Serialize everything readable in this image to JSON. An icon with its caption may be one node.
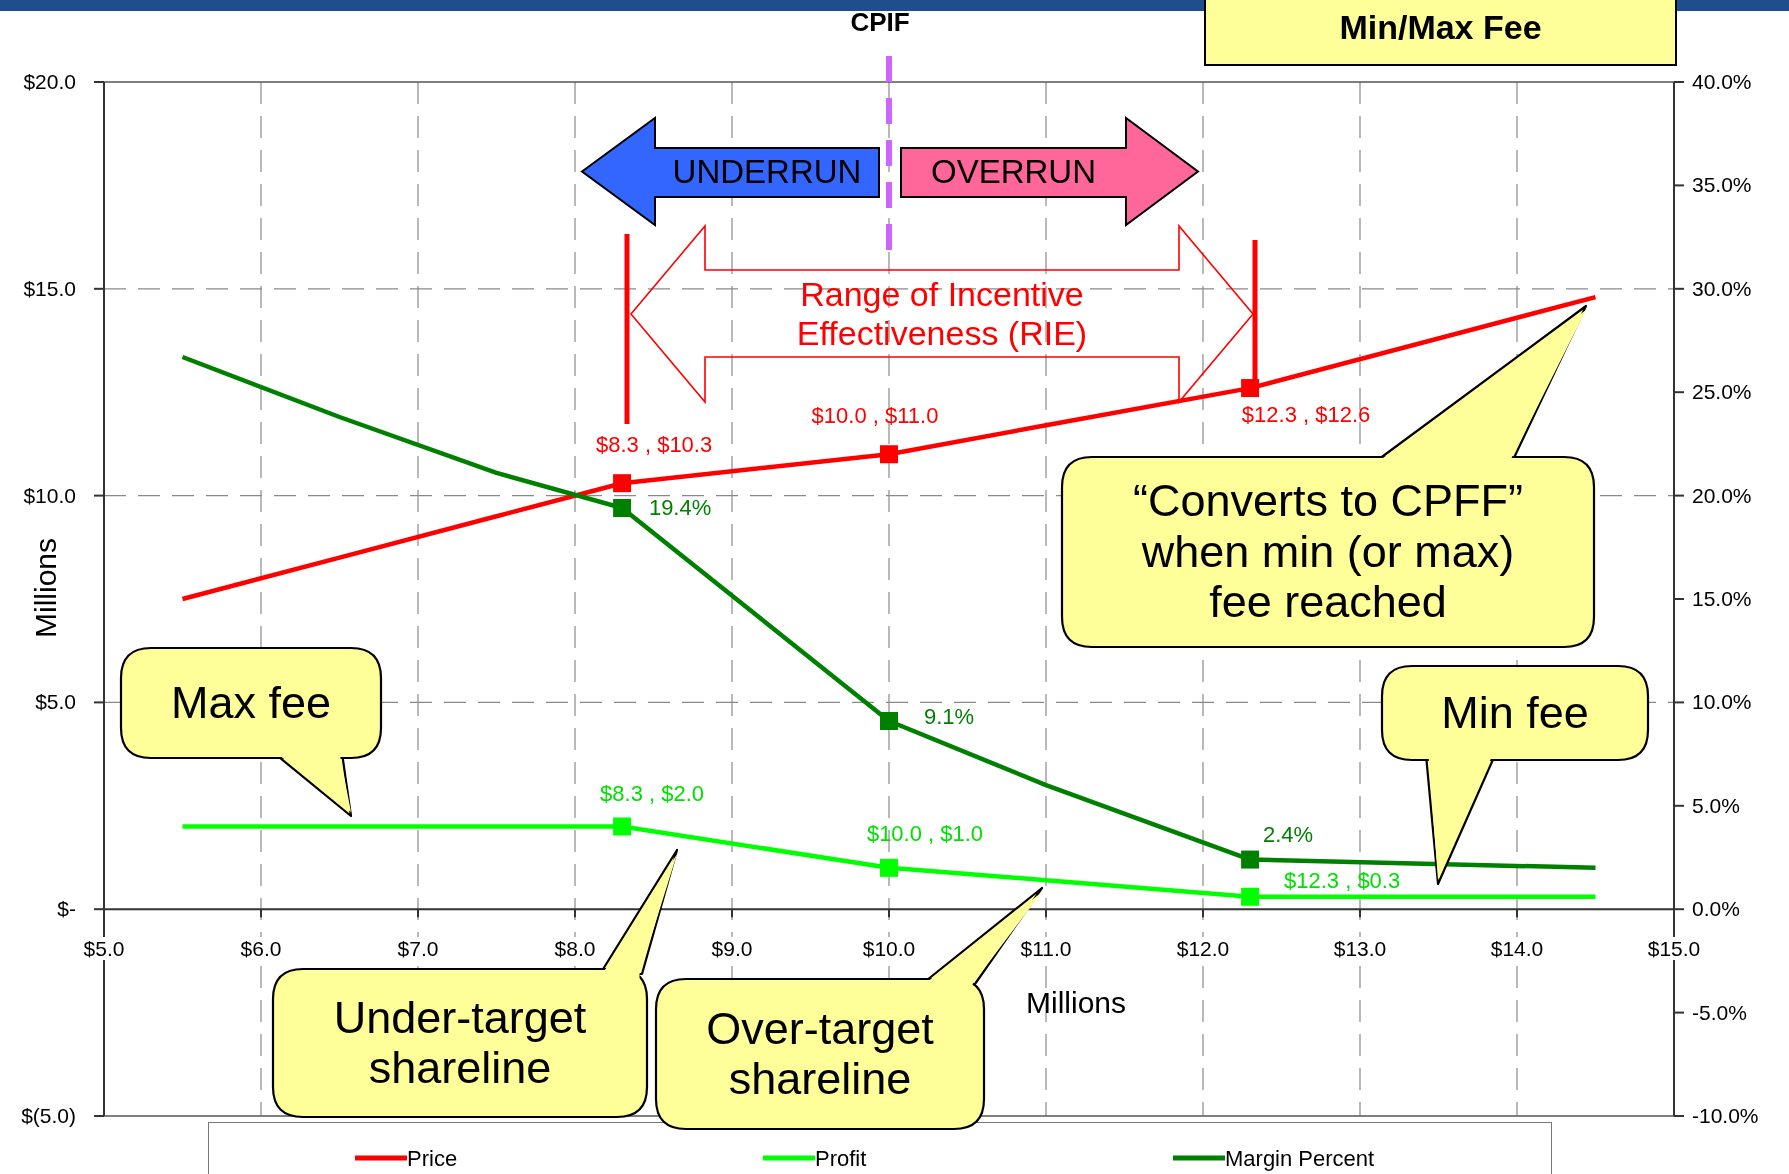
{
  "diagram": {
    "nodes": [
      {
        "text": [
          "Min/Max Fee"
        ]
      },
      {
        "text": [
          "UNDERRUN"
        ]
      },
      {
        "text": [
          "OVERRUN"
        ]
      },
      {
        "text": [
          "Range of Incentive Effectiveness (RIE)"
        ]
      },
      {
        "text": [
          "“Converts to CPFF” when min (or max) fee reached"
        ]
      },
      {
        "text": [
          "Max fee"
        ]
      },
      {
        "text": [
          "Min fee"
        ]
      },
      {
        "text": [
          "Under-target shareline"
        ]
      },
      {
        "text": [
          "Over-target shareline"
        ]
      }
    ],
    "labels": [
      "CPIF"
    ],
    "chart_data": {
      "type": "line",
      "xlabel": "Millions",
      "ylabel": "Millions",
      "x": [
        5.5,
        6.5,
        7.5,
        8.3,
        10.0,
        11.0,
        12.3,
        14.5
      ],
      "series": [
        {
          "name": "Price",
          "color": "#ff0000",
          "values": [
            7.5,
            8.5,
            9.5,
            10.3,
            11.0,
            11.7,
            12.6,
            14.8
          ]
        },
        {
          "name": "Profit",
          "color": "#00ff00",
          "values": [
            2.0,
            2.0,
            2.0,
            2.0,
            1.0,
            0.7,
            0.3,
            0.3
          ]
        },
        {
          "name": "Margin Percent",
          "color": "#008000",
          "axis": "y2",
          "values": [
            26.7,
            23.8,
            21.1,
            19.4,
            9.1,
            6.0,
            2.4,
            2.0
          ]
        }
      ],
      "grid": true,
      "legend": "bottom",
      "xlim": [
        5,
        15
      ],
      "ylim": [
        -5,
        20
      ],
      "y2lim": [
        -10,
        40
      ],
      "xticks": [
        {
          "value": 5,
          "label": "$5.0"
        },
        {
          "value": 6,
          "label": "$6.0"
        },
        {
          "value": 7,
          "label": "$7.0"
        },
        {
          "value": 8,
          "label": "$8.0"
        },
        {
          "value": 9,
          "label": "$9.0"
        },
        {
          "value": 10,
          "label": "$10.0"
        },
        {
          "value": 11,
          "label": "$11.0"
        },
        {
          "value": 12,
          "label": "$12.0"
        },
        {
          "value": 13,
          "label": "$13.0"
        },
        {
          "value": 14,
          "label": "$14.0"
        },
        {
          "value": 15,
          "label": "$15.0"
        }
      ],
      "yticks": [
        {
          "value": -5,
          "label": "$(5.0)"
        },
        {
          "value": 0,
          "label": "$-"
        },
        {
          "value": 5,
          "label": "$5.0"
        },
        {
          "value": 10,
          "label": "$10.0"
        },
        {
          "value": 15,
          "label": "$15.0"
        },
        {
          "value": 20,
          "label": "$20.0"
        }
      ],
      "y2ticks": [
        {
          "value": -10,
          "label": "-10.0%"
        },
        {
          "value": -5,
          "label": "-5.0%"
        },
        {
          "value": 0,
          "label": "0.0%"
        },
        {
          "value": 5,
          "label": "5.0%"
        },
        {
          "value": 10,
          "label": "10.0%"
        },
        {
          "value": 15,
          "label": "15.0%"
        },
        {
          "value": 20,
          "label": "20.0%"
        },
        {
          "value": 25,
          "label": "25.0%"
        },
        {
          "value": 30,
          "label": "30.0%"
        },
        {
          "value": 35,
          "label": "35.0%"
        },
        {
          "value": 40,
          "label": "40.0%"
        }
      ],
      "annotations": [
        "$8.3 , $10.3",
        "$10.0 , $11.0",
        "$12.3 , $12.6",
        "19.4%",
        "9.1%",
        "2.4%",
        "$8.3 , $2.0",
        "$10.0 , $1.0",
        "$12.3 , $0.3"
      ]
    }
  }
}
